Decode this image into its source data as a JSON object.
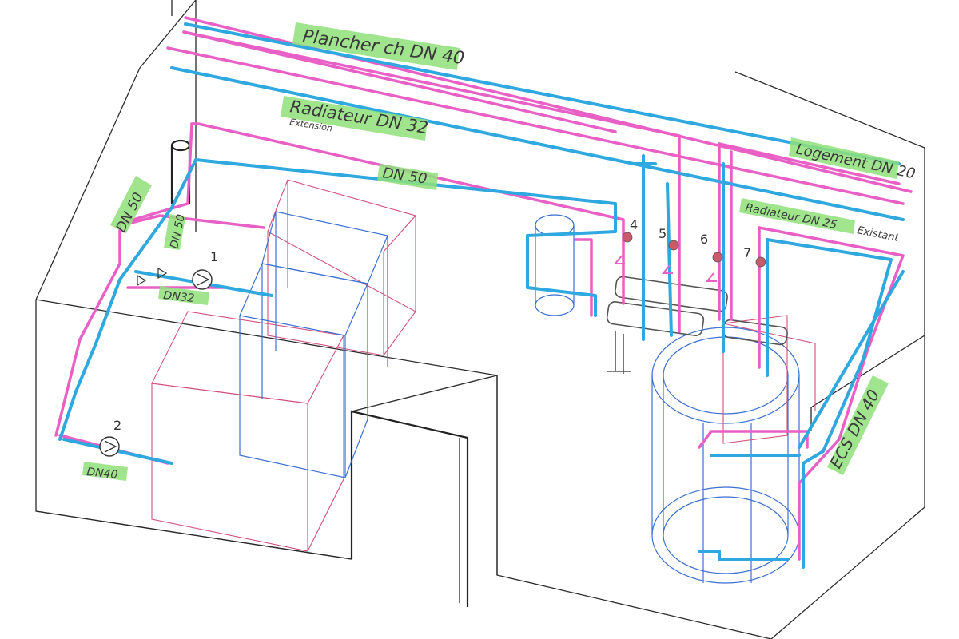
{
  "labels": {
    "plancher": "Plancher ch DN 40",
    "radiateur32": "Radiateur DN 32",
    "extension": "Extension",
    "dn50_top": "DN 50",
    "logement": "Logement DN 20",
    "radiateur25": "Radiateur DN 25",
    "existant": "Existant",
    "dn50_left": "DN 50",
    "dn50_vert": "DN 50",
    "dn32": "DN32",
    "dn40": "DN40",
    "ecs": "ECS DN 40"
  },
  "markers": {
    "pump1": "1",
    "pump2": "2",
    "valve4": "4",
    "valve5": "5",
    "valve6": "6",
    "valve7": "7"
  },
  "colors": {
    "supply": "#e85fc6",
    "return": "#2fa7df",
    "highlight": "#8fe07a",
    "valve": "#c85a6a"
  }
}
